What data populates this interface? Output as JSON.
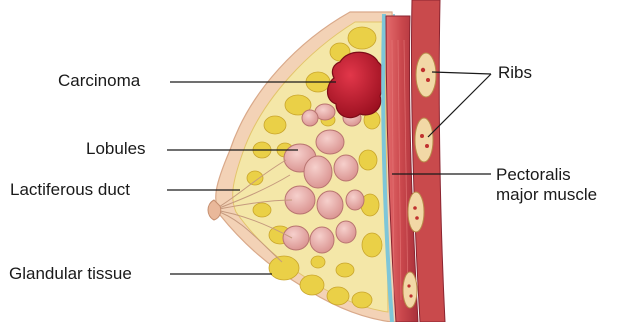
{
  "labels": {
    "carcinoma": "Carcinoma",
    "lobules": "Lobules",
    "lactiferous_duct": "Lactiferous duct",
    "glandular_tissue": "Glandular tissue",
    "ribs": "Ribs",
    "pectoralis_line1": "Pectoralis",
    "pectoralis_line2": "major muscle"
  },
  "colors": {
    "skin": "#f3d2b6",
    "fat": "#f4e7a8",
    "fat_lobule": "#ead047",
    "lobule": "#e9b4b0",
    "carcinoma": "#c5172b",
    "muscle": "#c9474c",
    "rib": "#f2d8a6",
    "fascia": "#7ec6d8"
  }
}
